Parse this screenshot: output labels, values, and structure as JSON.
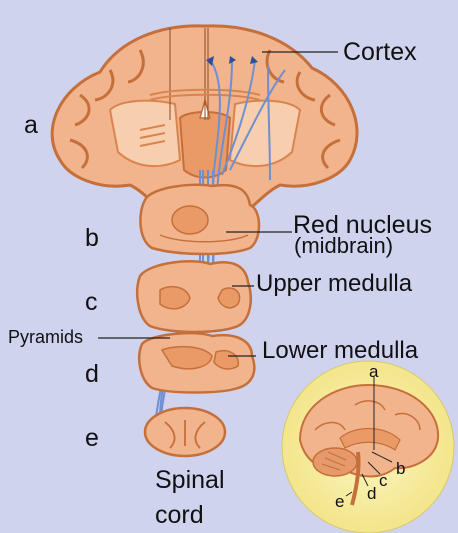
{
  "labels": {
    "cortex": "Cortex",
    "red_nucleus_1": "Red nucleus",
    "red_nucleus_2": "(midbrain)",
    "upper_medulla": "Upper medulla",
    "lower_medulla": "Lower medulla",
    "pyramids": "Pyramids",
    "spinal_1": "Spinal",
    "spinal_2": "cord"
  },
  "section_letters": {
    "a": "a",
    "b": "b",
    "c": "c",
    "d": "d",
    "e": "e"
  },
  "inset_letters": {
    "a": "a",
    "b": "b",
    "c": "c",
    "d": "d",
    "e": "e"
  },
  "colors": {
    "background": "#cfd3ee",
    "tissue": "#f2b48c",
    "tissue_dark": "#d9844f",
    "tract": "#6f8fd0",
    "inset_circle": "#f8f0a8"
  }
}
